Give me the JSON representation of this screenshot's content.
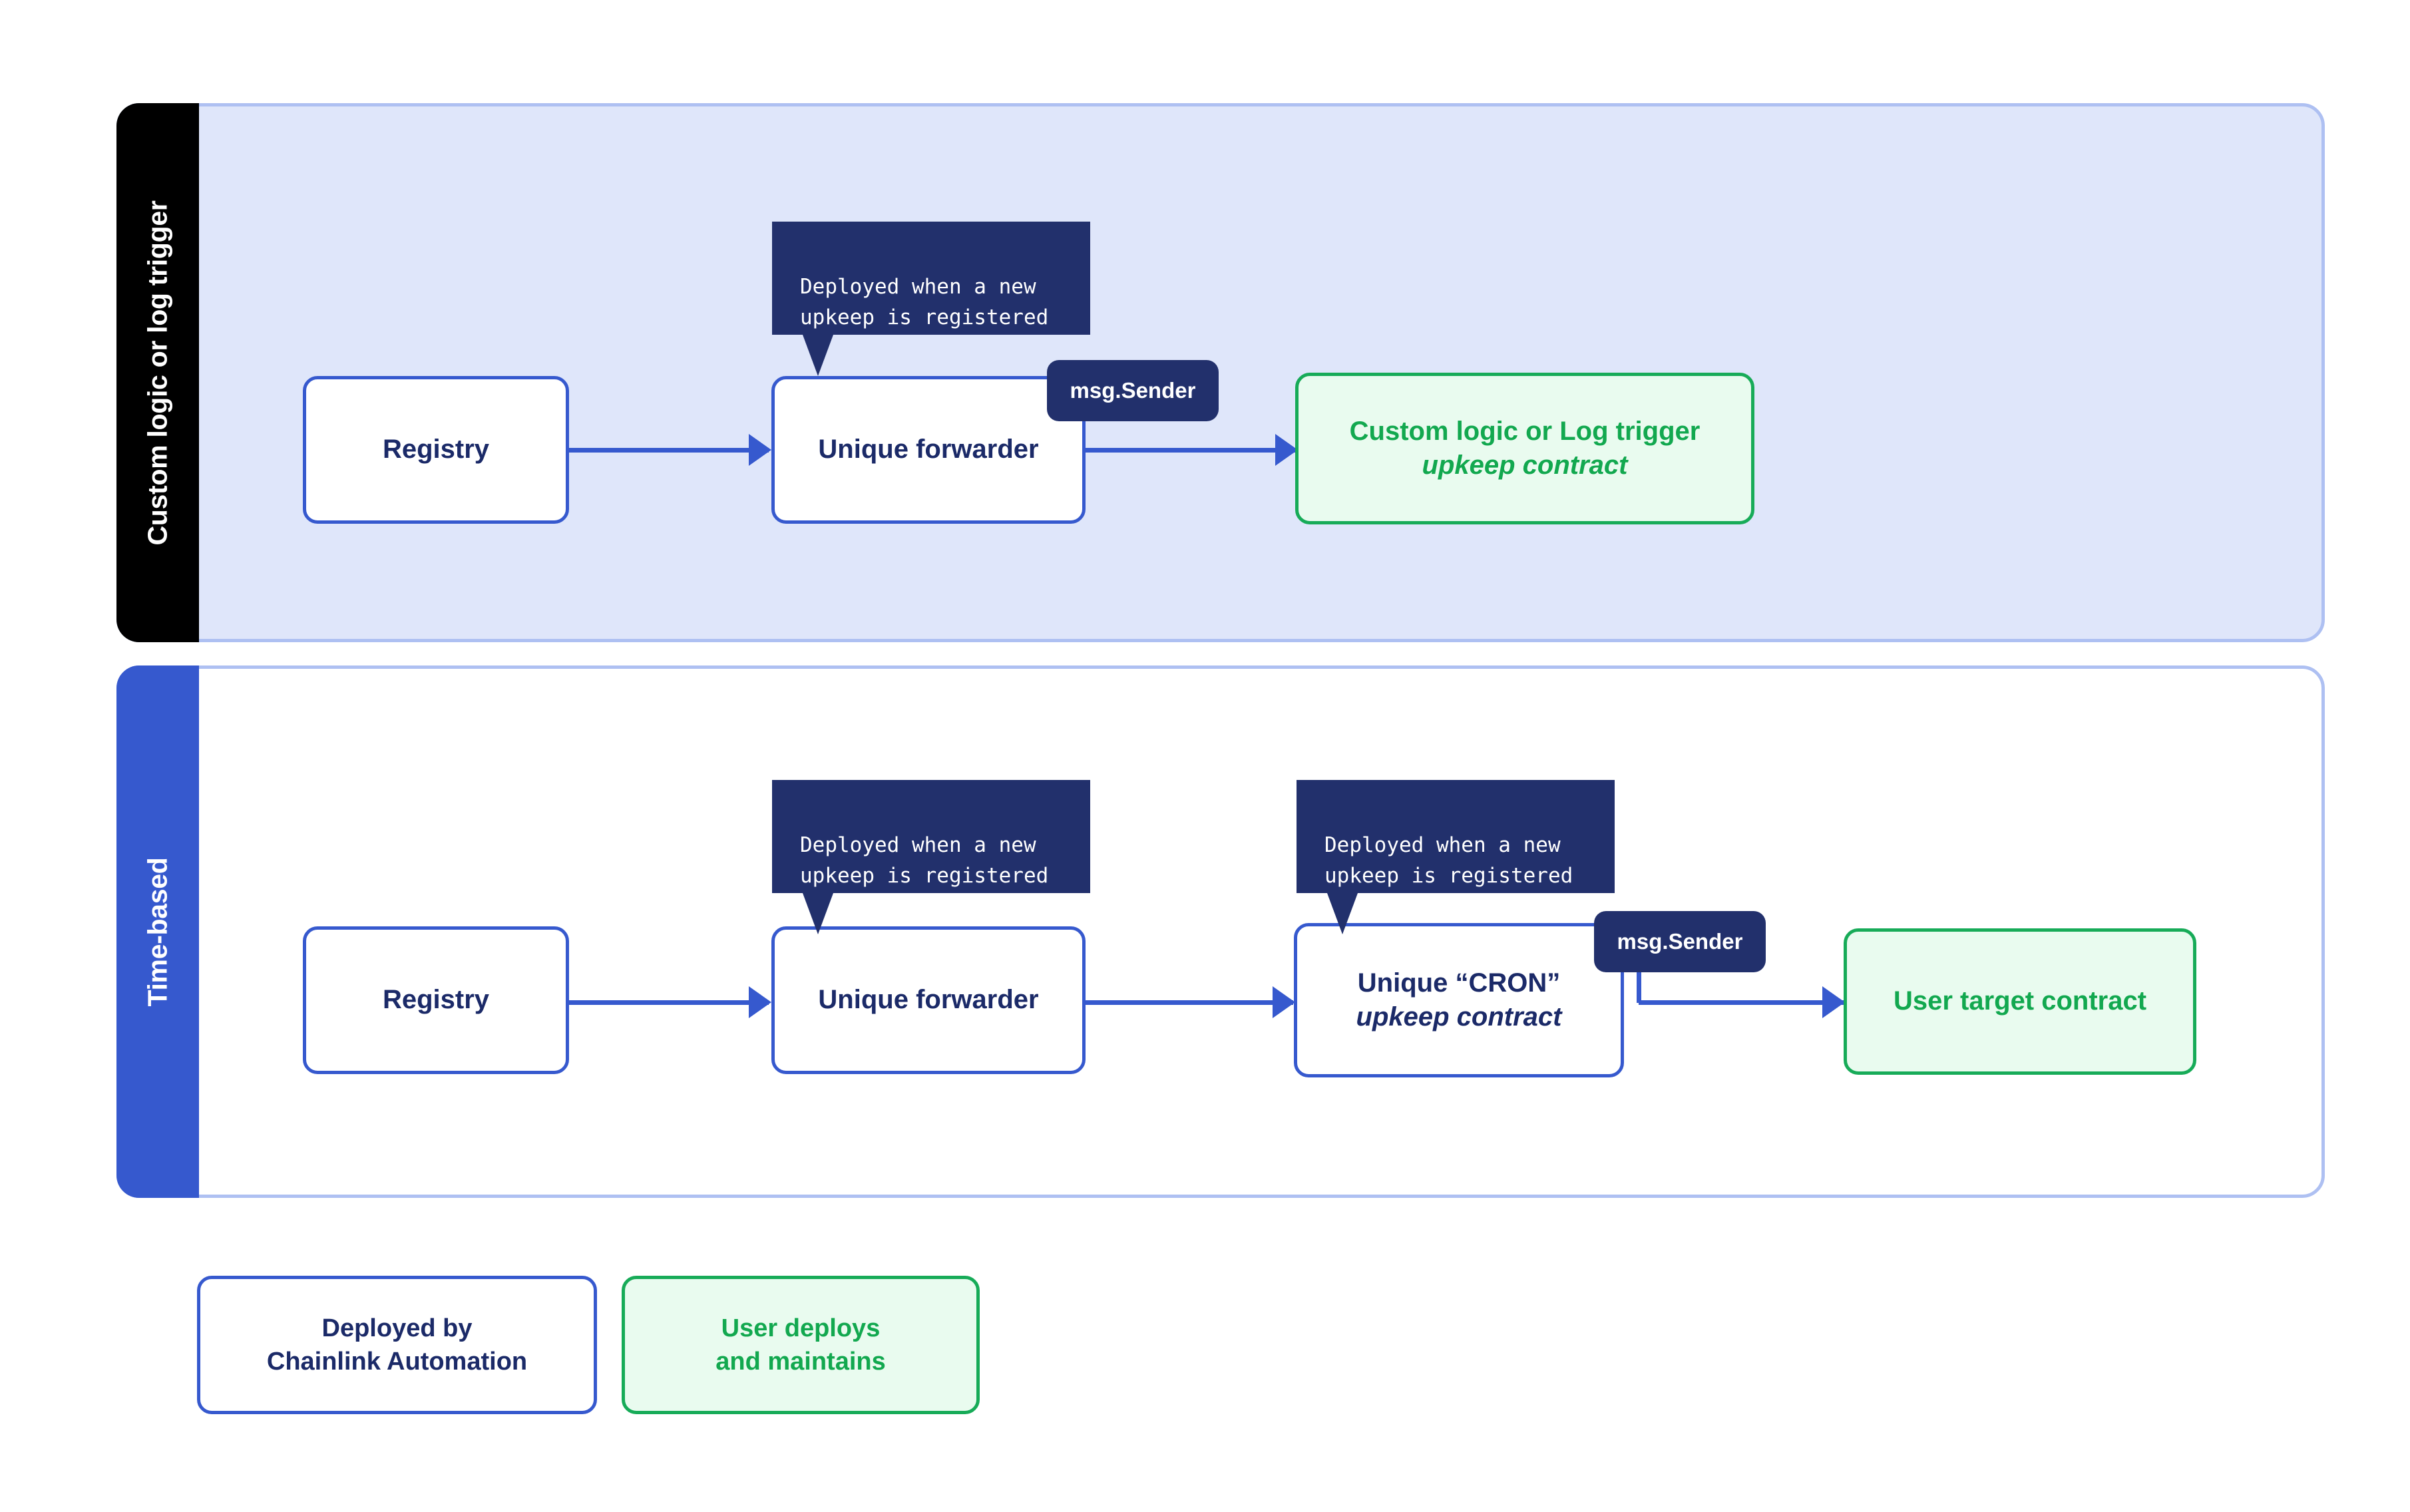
{
  "sections": [
    {
      "id": "custom-logic",
      "tab_label": "Custom logic or log trigger",
      "tab_color": "#000000",
      "panel_bg": "#dfe6fa"
    },
    {
      "id": "time-based",
      "tab_label": "Time-based",
      "tab_color": "#3659ce",
      "panel_bg": "#ffffff"
    }
  ],
  "row_custom": {
    "registry": {
      "line1": "Registry"
    },
    "forwarder": {
      "line1": "Unique forwarder"
    },
    "upkeep": {
      "line1": "Custom logic or Log trigger",
      "line2": "upkeep contract"
    },
    "tooltip": "Deployed when a new\nupkeep is registered",
    "badge": "msg.Sender"
  },
  "row_time": {
    "registry": {
      "line1": "Registry"
    },
    "forwarder": {
      "line1": "Unique forwarder"
    },
    "cron": {
      "line1": "Unique “CRON”",
      "line2": "upkeep contract"
    },
    "target": {
      "line1": "User target contract"
    },
    "tooltip_forwarder": "Deployed when a new\nupkeep is registered",
    "tooltip_cron": "Deployed when a new\nupkeep is registered",
    "badge": "msg.Sender"
  },
  "legend": [
    {
      "id": "deployed-by-chainlink",
      "text": "Deployed by\nChainlink Automation"
    },
    {
      "id": "user-deploys",
      "text": "User deploys\nand maintains"
    }
  ],
  "colors": {
    "accent_blue": "#3659ce",
    "navy_text": "#1b2a68",
    "tooltip_navy": "#22306c",
    "green": "#12a84f",
    "green_border": "#17ab58",
    "green_fill": "#e9fbef",
    "panel_blue_fill": "#dfe6fa",
    "panel_border": "#aec0f2"
  }
}
